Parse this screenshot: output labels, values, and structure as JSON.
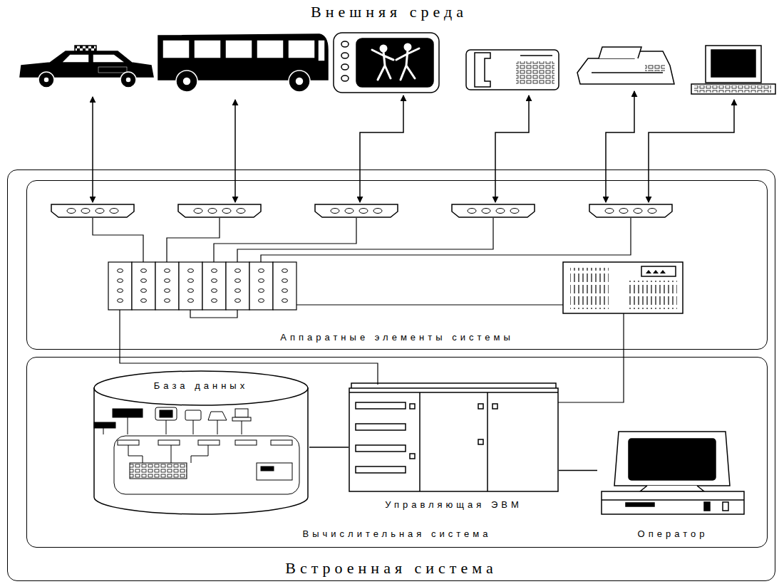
{
  "diagram": {
    "title": "Внешняя среда",
    "nodes": [
      {
        "text": [
          "Встроенная система"
        ]
      },
      {
        "text": [
          "Аппаратные элементы системы"
        ],
        "in": 0
      },
      {
        "text": [
          "Вычислительная система"
        ],
        "in": 0
      },
      {
        "text": [
          "База данных"
        ],
        "in": 2
      },
      {
        "text": [
          "Управляющая ЭВМ"
        ],
        "in": 2
      },
      {
        "text": [
          "Оператор"
        ],
        "in": 2
      }
    ],
    "edges": [
      {
        "from": 3,
        "to": 4,
        "arrow": "none"
      },
      {
        "from": 4,
        "to": 5,
        "arrow": "none"
      }
    ]
  }
}
